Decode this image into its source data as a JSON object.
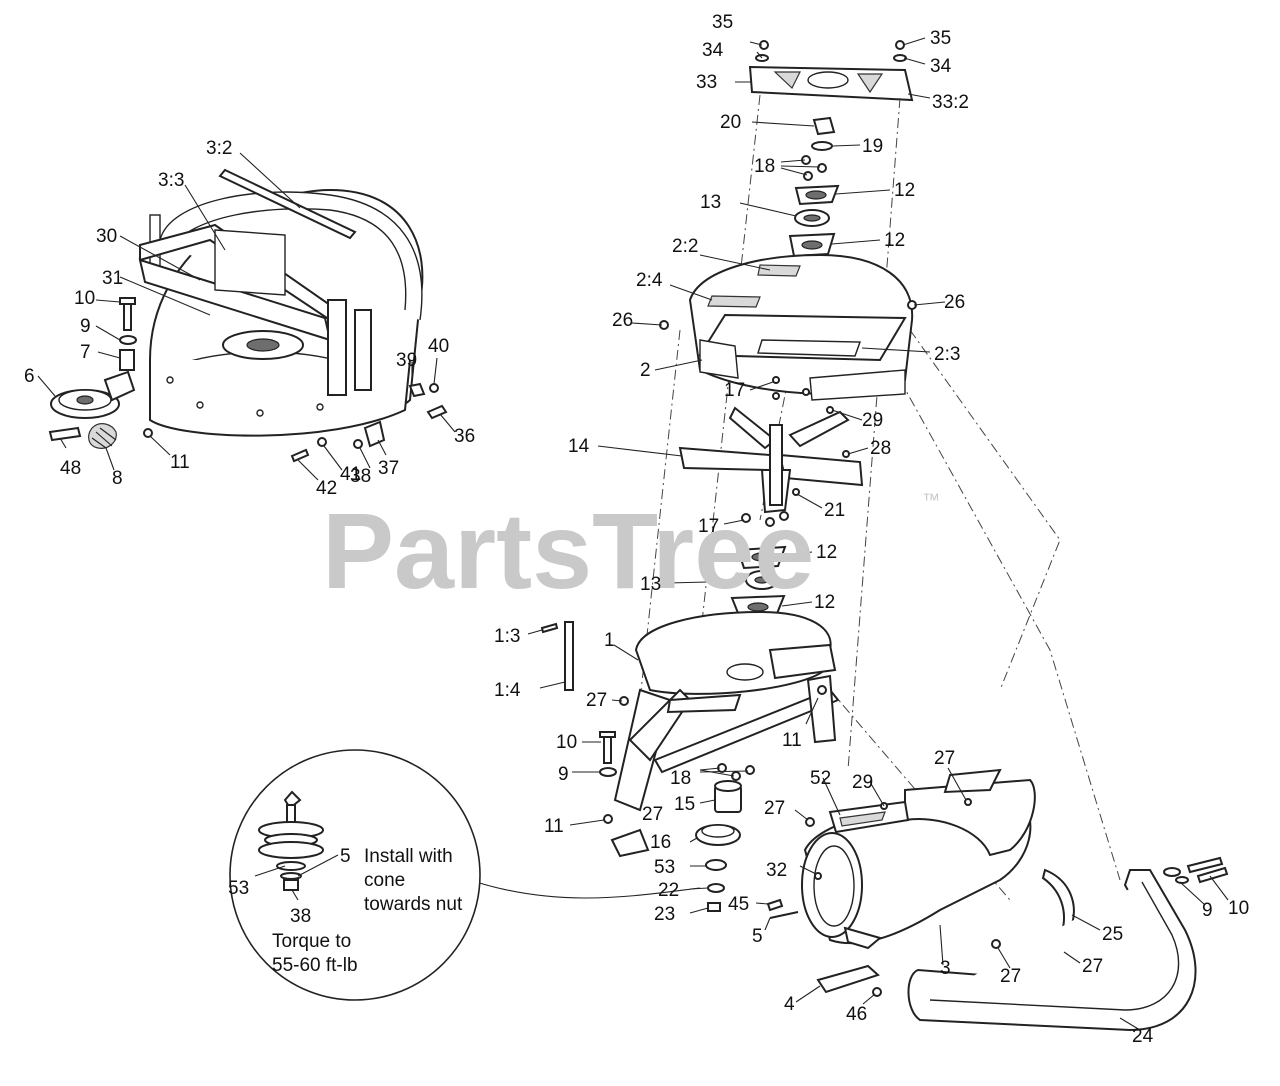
{
  "watermark": {
    "text": "PartsTree",
    "trademark": "™"
  },
  "callouts": [
    {
      "id": "c-35a",
      "text": "35"
    },
    {
      "id": "c-34a",
      "text": "34"
    },
    {
      "id": "c-33",
      "text": "33"
    },
    {
      "id": "c-35b",
      "text": "35"
    },
    {
      "id": "c-34b",
      "text": "34"
    },
    {
      "id": "c-33-2",
      "text": "33:2"
    },
    {
      "id": "c-20",
      "text": "20"
    },
    {
      "id": "c-19",
      "text": "19"
    },
    {
      "id": "c-18a",
      "text": "18"
    },
    {
      "id": "c-12a",
      "text": "12"
    },
    {
      "id": "c-13a",
      "text": "13"
    },
    {
      "id": "c-12b",
      "text": "12"
    },
    {
      "id": "c-2-2",
      "text": "2:2"
    },
    {
      "id": "c-2-4",
      "text": "2:4"
    },
    {
      "id": "c-26a",
      "text": "26"
    },
    {
      "id": "c-26b",
      "text": "26"
    },
    {
      "id": "c-2-3",
      "text": "2:3"
    },
    {
      "id": "c-2",
      "text": "2"
    },
    {
      "id": "c-17a",
      "text": "17"
    },
    {
      "id": "c-29a",
      "text": "29"
    },
    {
      "id": "c-28",
      "text": "28"
    },
    {
      "id": "c-14",
      "text": "14"
    },
    {
      "id": "c-21",
      "text": "21"
    },
    {
      "id": "c-17b",
      "text": "17"
    },
    {
      "id": "c-12c",
      "text": "12"
    },
    {
      "id": "c-13b",
      "text": "13"
    },
    {
      "id": "c-12d",
      "text": "12"
    },
    {
      "id": "c-1-3",
      "text": "1:3"
    },
    {
      "id": "c-1",
      "text": "1"
    },
    {
      "id": "c-1-4",
      "text": "1:4"
    },
    {
      "id": "c-27a",
      "text": "27"
    },
    {
      "id": "c-10a",
      "text": "10"
    },
    {
      "id": "c-11a",
      "text": "11"
    },
    {
      "id": "c-9a",
      "text": "9"
    },
    {
      "id": "c-18b",
      "text": "18"
    },
    {
      "id": "c-27b",
      "text": "27"
    },
    {
      "id": "c-15",
      "text": "15"
    },
    {
      "id": "c-11b",
      "text": "11"
    },
    {
      "id": "c-16",
      "text": "16"
    },
    {
      "id": "c-53a",
      "text": "53"
    },
    {
      "id": "c-22",
      "text": "22"
    },
    {
      "id": "c-23",
      "text": "23"
    },
    {
      "id": "c-45",
      "text": "45"
    },
    {
      "id": "c-5a",
      "text": "5"
    },
    {
      "id": "c-52",
      "text": "52"
    },
    {
      "id": "c-29b",
      "text": "29"
    },
    {
      "id": "c-27c",
      "text": "27"
    },
    {
      "id": "c-27d",
      "text": "27"
    },
    {
      "id": "c-32",
      "text": "32"
    },
    {
      "id": "c-4",
      "text": "4"
    },
    {
      "id": "c-46",
      "text": "46"
    },
    {
      "id": "c-3",
      "text": "3"
    },
    {
      "id": "c-27e",
      "text": "27"
    },
    {
      "id": "c-25",
      "text": "25"
    },
    {
      "id": "c-27f",
      "text": "27"
    },
    {
      "id": "c-24",
      "text": "24"
    },
    {
      "id": "c-9b",
      "text": "9"
    },
    {
      "id": "c-10b",
      "text": "10"
    },
    {
      "id": "c-3-2",
      "text": "3:2"
    },
    {
      "id": "c-3-3",
      "text": "3:3"
    },
    {
      "id": "c-30",
      "text": "30"
    },
    {
      "id": "c-31",
      "text": "31"
    },
    {
      "id": "c-10c",
      "text": "10"
    },
    {
      "id": "c-9c",
      "text": "9"
    },
    {
      "id": "c-7",
      "text": "7"
    },
    {
      "id": "c-6",
      "text": "6"
    },
    {
      "id": "c-48",
      "text": "48"
    },
    {
      "id": "c-8",
      "text": "8"
    },
    {
      "id": "c-11c",
      "text": "11"
    },
    {
      "id": "c-39",
      "text": "39"
    },
    {
      "id": "c-40",
      "text": "40"
    },
    {
      "id": "c-36",
      "text": "36"
    },
    {
      "id": "c-37",
      "text": "37"
    },
    {
      "id": "c-38a",
      "text": "38"
    },
    {
      "id": "c-41",
      "text": "41"
    },
    {
      "id": "c-42",
      "text": "42"
    },
    {
      "id": "c-5b",
      "text": "5"
    },
    {
      "id": "c-53b",
      "text": "53"
    },
    {
      "id": "c-38b",
      "text": "38"
    }
  ],
  "detail": {
    "install_lines": [
      "Install with",
      "cone",
      "towards nut"
    ],
    "torque_lines": [
      "Torque to",
      "55-60 ft-lb"
    ]
  }
}
